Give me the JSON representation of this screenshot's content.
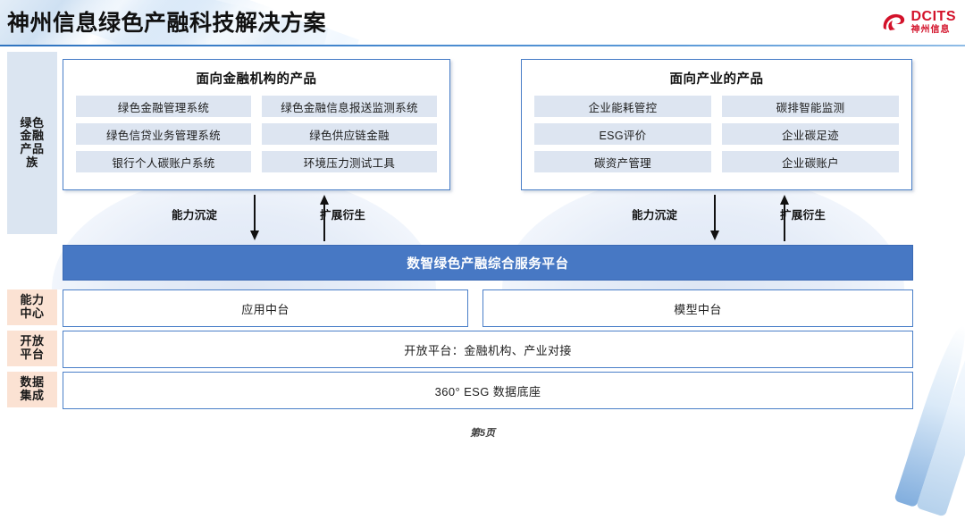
{
  "header": {
    "title": "神州信息绿色产融科技解决方案",
    "logo": {
      "mark": "dcits-swoosh-icon",
      "en": "DCITS",
      "cn": "神州信息",
      "color": "#d3122a"
    }
  },
  "rail": {
    "items": [
      {
        "key": "products",
        "label": "绿色\n金融\n产品\n族",
        "lines": [
          "绿色",
          "金融",
          "产品",
          "族"
        ],
        "bg": "#dbe5f1"
      },
      {
        "key": "ability",
        "label": "能力\n中心",
        "lines": [
          "能力",
          "中心"
        ],
        "bg": "#fbe2d3"
      },
      {
        "key": "open",
        "label": "开放\n平台",
        "lines": [
          "开放",
          "平台"
        ],
        "bg": "#fbe2d3"
      },
      {
        "key": "data",
        "label": "数据\n集成",
        "lines": [
          "数据",
          "集成"
        ],
        "bg": "#fbe2d3"
      }
    ]
  },
  "panels": [
    {
      "key": "financial-institutions",
      "title": "面向金融机构的产品",
      "items": [
        "绿色金融管理系统",
        "绿色金融信息报送监测系统",
        "绿色信贷业务管理系统",
        "绿色供应链金融",
        "银行个人碳账户系统",
        "环境压力测试工具"
      ]
    },
    {
      "key": "industry",
      "title": "面向产业的产品",
      "items": [
        "企业能耗管控",
        "碳排智能监测",
        "ESG评价",
        "企业碳足迹",
        "碳资产管理",
        "企业碳账户"
      ]
    }
  ],
  "flows": [
    {
      "key": "left",
      "down_label": "能力沉淀",
      "up_label": "扩展衍生"
    },
    {
      "key": "right",
      "down_label": "能力沉淀",
      "up_label": "扩展衍生"
    }
  ],
  "platform": {
    "label": "数智绿色产融综合服务平台",
    "bg": "#4778c4",
    "fg": "#ffffff"
  },
  "layers": {
    "ability": [
      {
        "key": "app",
        "label": "应用中台"
      },
      {
        "key": "model",
        "label": "模型中台"
      }
    ],
    "open": {
      "key": "open-platform",
      "label": "开放平台：金融机构、产业对接"
    },
    "data": {
      "key": "data-base",
      "label": "360° ESG 数据底座"
    }
  },
  "footer": {
    "page_label": "第5页"
  },
  "colors": {
    "accent_blue": "#4778c4",
    "border_blue": "#4a7fc8",
    "chip_blue": "#dde5f1",
    "rail_blue": "#dbe5f1",
    "rail_peach": "#fbe2d3",
    "brand_red": "#d3122a"
  }
}
